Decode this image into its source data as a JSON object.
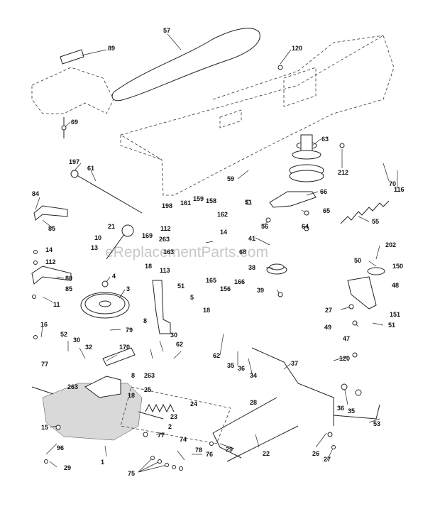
{
  "watermark": "eReplacementParts.com",
  "callouts": [
    "57",
    "89",
    "120",
    "69",
    "63",
    "197",
    "61",
    "59",
    "212",
    "70",
    "66",
    "84",
    "51",
    "116",
    "65",
    "198",
    "161",
    "159",
    "158",
    "21",
    "56",
    "64",
    "55",
    "10",
    "169",
    "263",
    "162",
    "14",
    "85",
    "13",
    "112",
    "41",
    "163",
    "68",
    "202",
    "14",
    "50",
    "80",
    "112",
    "4",
    "38",
    "150",
    "18",
    "113",
    "165",
    "156",
    "166",
    "48",
    "85",
    "39",
    "3",
    "11",
    "51",
    "5",
    "27",
    "151",
    "16",
    "8",
    "18",
    "47",
    "79",
    "49",
    "51",
    "52",
    "30",
    "30",
    "62",
    "32",
    "62",
    "170",
    "35",
    "37",
    "77",
    "8",
    "263",
    "34",
    "36",
    "263",
    "120",
    "25",
    "18",
    "24",
    "28",
    "23",
    "2",
    "36",
    "35",
    "15",
    "53",
    "77",
    "29",
    "96",
    "74",
    "78",
    "26",
    "22",
    "29",
    "1",
    "76",
    "27",
    "75"
  ]
}
